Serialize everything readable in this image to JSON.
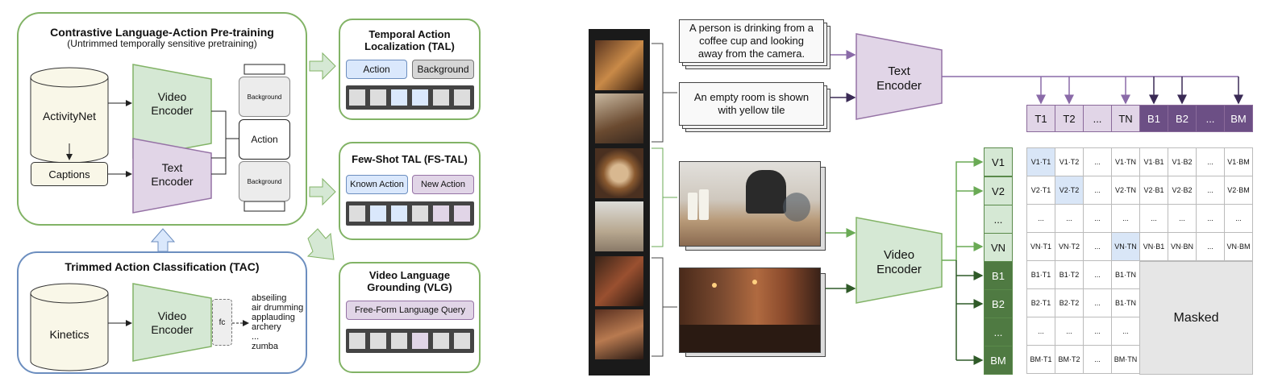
{
  "left": {
    "clap": {
      "title": "Contrastive Language-Action Pre-training",
      "subtitle": "(Untrimmed temporally sensitive pretraining)",
      "dataset": "ActivityNet",
      "captions": "Captions",
      "video_encoder": "Video\nEncoder",
      "text_encoder": "Text\nEncoder",
      "segments": [
        "Background",
        "Action",
        "Background"
      ]
    },
    "tac": {
      "title": "Trimmed Action Classification (TAC)",
      "dataset": "Kinetics",
      "video_encoder": "Video\nEncoder",
      "fc": "fc",
      "classes": [
        "abseiling",
        "air drumming",
        "applauding",
        "archery",
        "...",
        "zumba"
      ]
    },
    "tal": {
      "title": "Temporal Action\nLocalization (TAL)",
      "labels": [
        "Action",
        "Background"
      ]
    },
    "fstal": {
      "title": "Few-Shot TAL (FS-TAL)",
      "labels": [
        "Known Action",
        "New Action"
      ]
    },
    "vlg": {
      "title": "Video Language\nGrounding (VLG)",
      "labels": [
        "Free-Form Language Query"
      ]
    }
  },
  "right": {
    "captions": [
      "A person is drinking from a\ncoffee cup and looking\naway from the camera.",
      "An empty room is shown\nwith yellow tile"
    ],
    "text_encoder": "Text\nEncoder",
    "video_encoder": "Video\nEncoder",
    "text_headers": [
      "T1",
      "T2",
      "...",
      "TN",
      "B1",
      "B2",
      "...",
      "BM"
    ],
    "video_headers": [
      "V1",
      "V2",
      "...",
      "VN",
      "B1",
      "B2",
      "...",
      "BM"
    ],
    "matrix": [
      [
        "V1·T1",
        "V1·T2",
        "...",
        "V1·TN",
        "V1·B1",
        "V1·B2",
        "...",
        "V1·BM"
      ],
      [
        "V2·T1",
        "V2·T2",
        "...",
        "V2·TN",
        "V2·B1",
        "V2·B2",
        "...",
        "V2·BM"
      ],
      [
        "...",
        "...",
        "...",
        "...",
        "...",
        "...",
        "...",
        "..."
      ],
      [
        "VN·T1",
        "VN·T2",
        "...",
        "VN·TN",
        "VN·B1",
        "VN·BN",
        "...",
        "VN·BM"
      ],
      [
        "B1·T1",
        "B1·T2",
        "...",
        "B1·TN"
      ],
      [
        "B2·T1",
        "B2·T2",
        "...",
        "B1·TN"
      ],
      [
        "...",
        "...",
        "...",
        "..."
      ],
      [
        "BM·T1",
        "BM·T2",
        "...",
        "BM·TN"
      ]
    ],
    "masked": "Masked",
    "colors": {
      "purple_light": "#e3d5ea",
      "purple_dark": "#6c4f85",
      "green_light": "#dcedd5",
      "green_dark": "#4f7a42",
      "blue_light": "#d9e6f7",
      "gray_mask": "#e6e6e6"
    }
  }
}
